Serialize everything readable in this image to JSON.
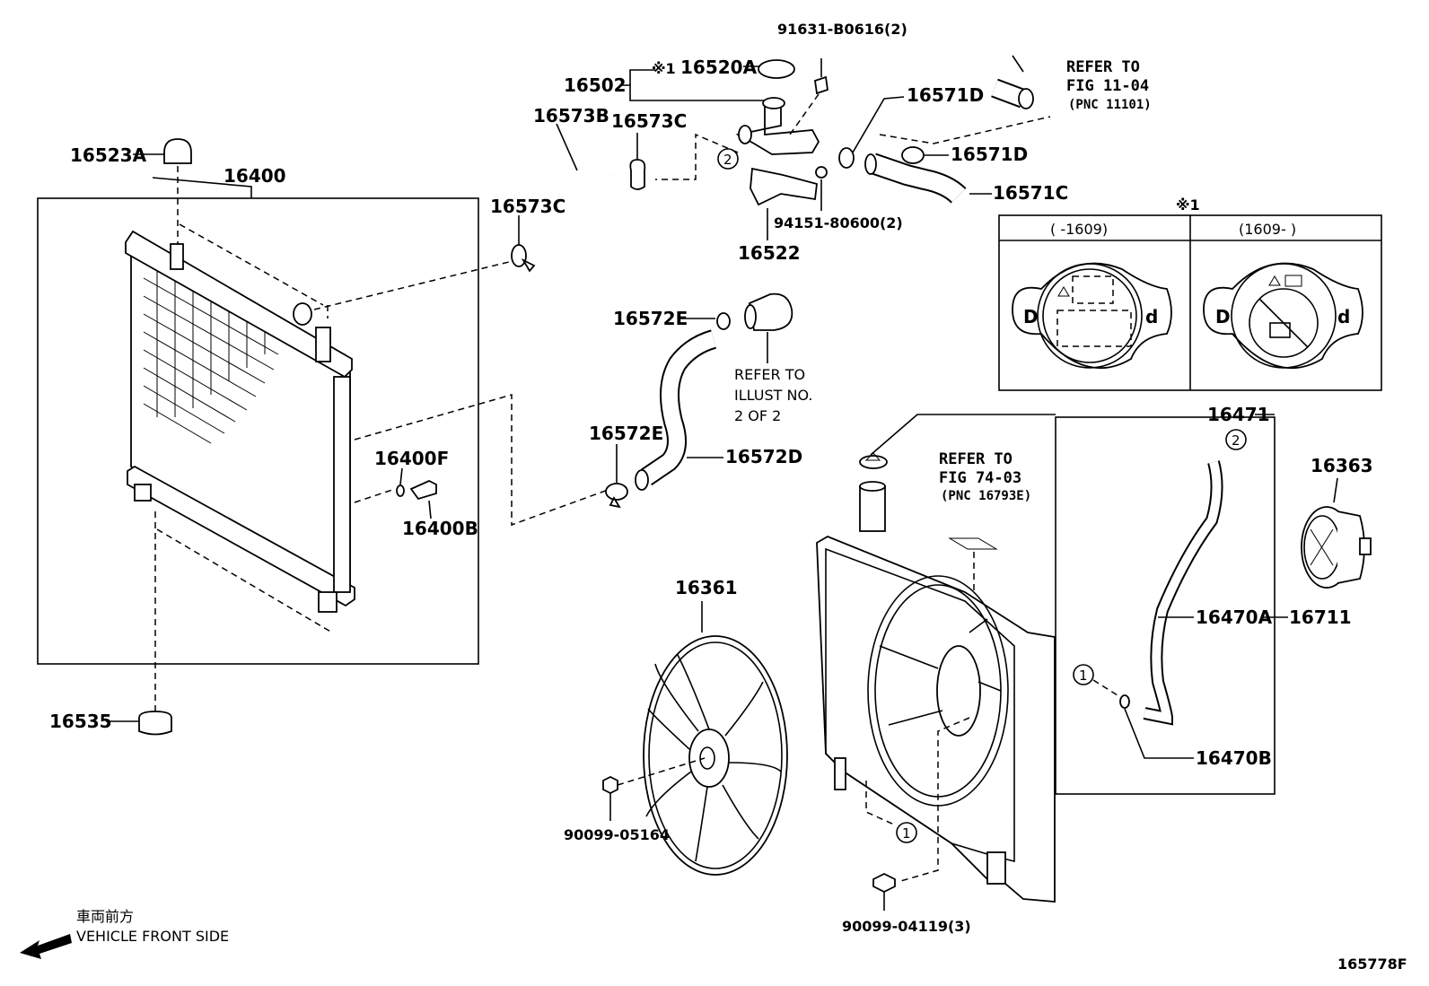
{
  "labels": {
    "p16523A": "16523A",
    "p16400": "16400",
    "p16400F": "16400F",
    "p16400B": "16400B",
    "p16535": "16535",
    "p16502": "16502",
    "mark1": "※1",
    "p16520A": "16520A",
    "p91631": "91631-B0616(2)",
    "p16573B": "16573B",
    "p16573C_top": "16573C",
    "p16573C_left": "16573C",
    "p16571D_top": "16571D",
    "p16571D_mid": "16571D",
    "p16571C": "16571C",
    "p94151": "94151-80600(2)",
    "p16522": "16522",
    "p16572E_top": "16572E",
    "p16572E_bot": "16572E",
    "p16572D": "16572D",
    "p16471": "16471",
    "p16363": "16363",
    "p16361": "16361",
    "p16470A": "16470A",
    "p16711": "16711",
    "p16470B": "16470B",
    "p90099_05164": "90099-05164",
    "p90099_04119": "90099-04119(3)",
    "fig_code": "165778F"
  },
  "refs": {
    "fig11_l1": "REFER TO",
    "fig11_l2": "FIG 11-04",
    "fig11_l3": "(PNC 11101)",
    "illust_l1": "REFER TO",
    "illust_l2": "ILLUST NO.",
    "illust_l3": "2 OF 2",
    "fig74_l1": "REFER TO",
    "fig74_l2": "FIG 74-03",
    "fig74_l3": "(PNC 16793E)"
  },
  "callouts": {
    "c1": "1",
    "c2": "2"
  },
  "inset": {
    "mark": "※1",
    "left_header": "(      -1609)",
    "right_header": "(1609-      )"
  },
  "front": {
    "jp": "車両前方",
    "en": "VEHICLE FRONT SIDE"
  }
}
